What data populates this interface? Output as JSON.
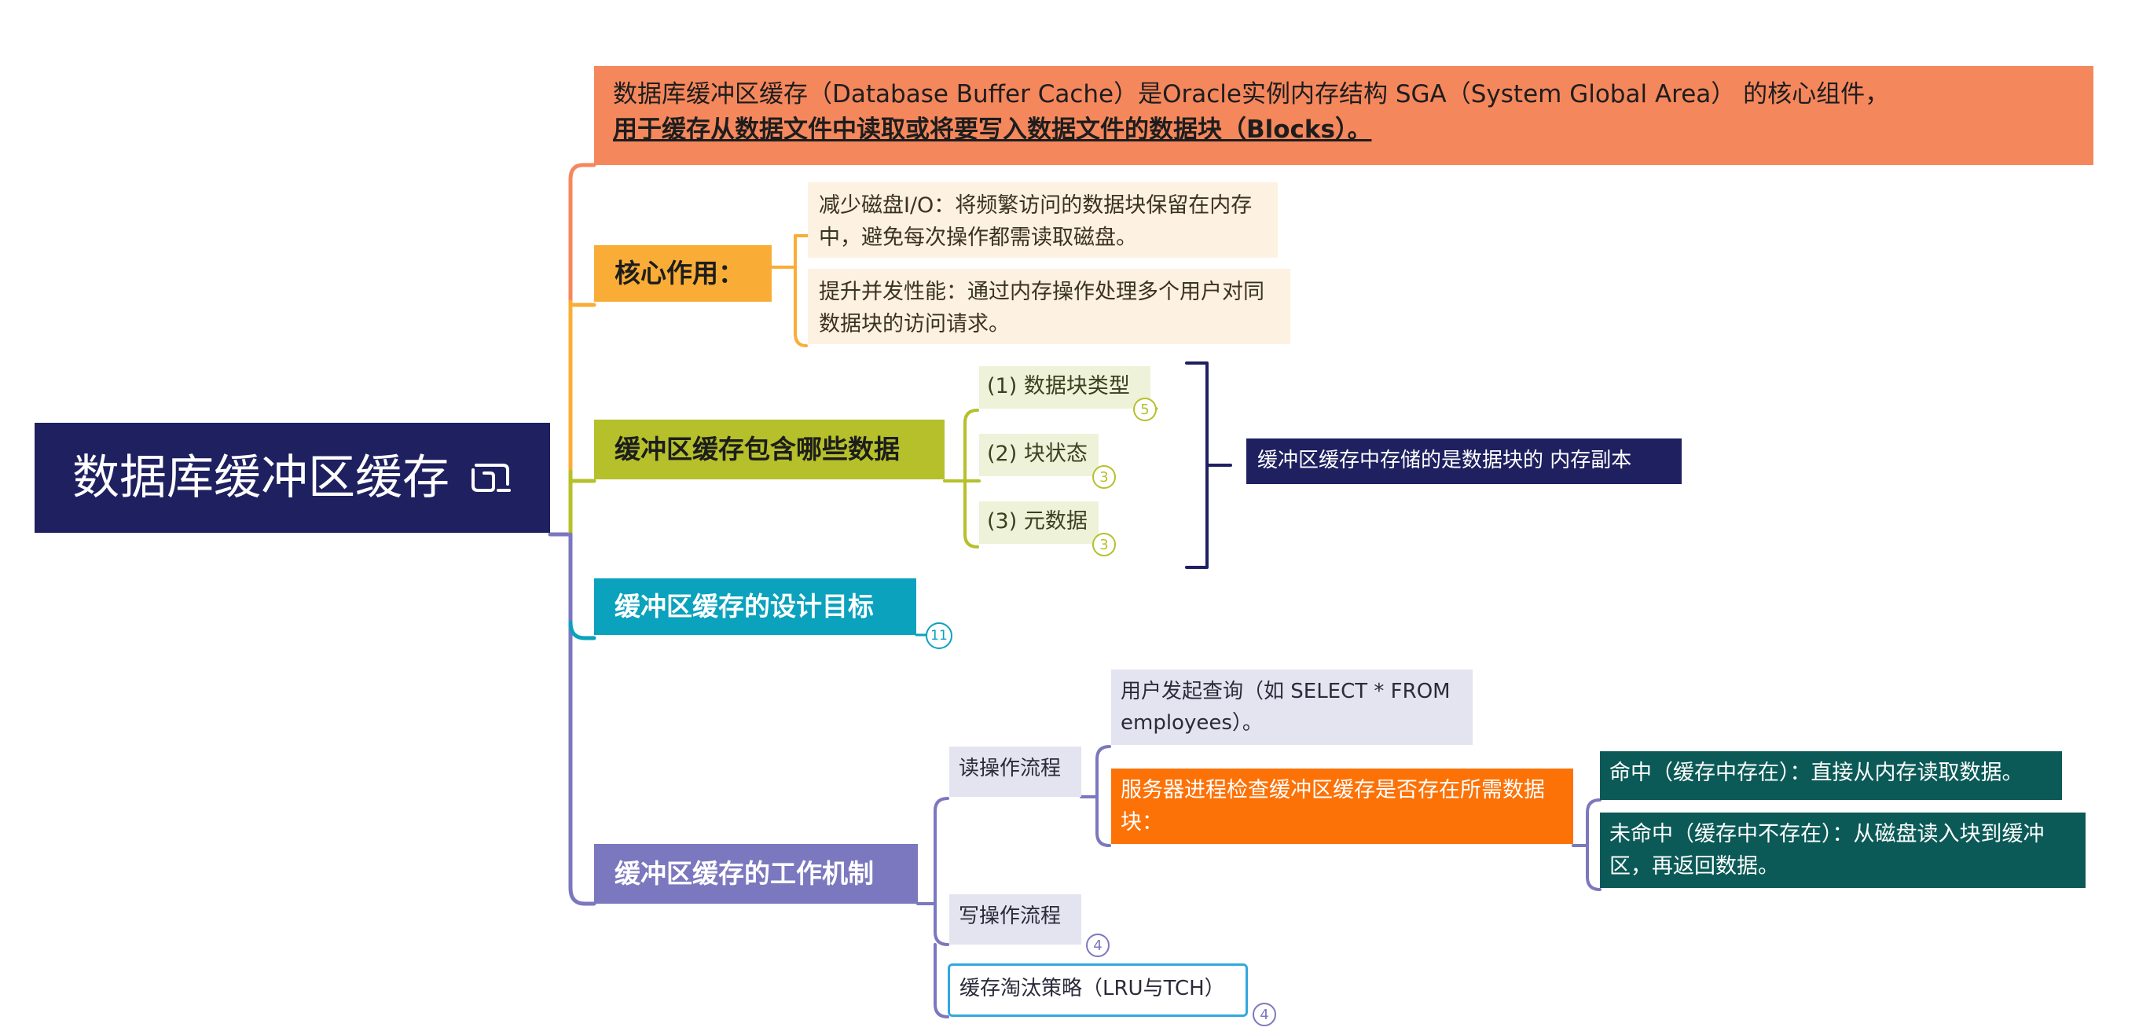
{
  "root": {
    "title": "数据库缓冲区缓存",
    "icon": "linked-note-icon"
  },
  "intro": {
    "line1": "数据库缓冲区缓存（Database Buffer Cache）是Oracle实例内存结构 SGA（System Global Area） 的核心组件，",
    "line2": "用于缓存从数据文件中读取或将要写入数据文件的数据块（Blocks）。"
  },
  "branches": {
    "core": {
      "label": "核心作用：",
      "items": [
        "减少磁盘I/O：将频繁访问的数据块保留在内存中，避免每次操作都需读取磁盘。",
        "提升并发性能：通过内存操作处理多个用户对同数据块的访问请求。"
      ]
    },
    "contents": {
      "label": "缓冲区缓存包含哪些数据",
      "items": [
        {
          "label": "(1) 数据块类型",
          "count": "5"
        },
        {
          "label": "(2) 块状态",
          "count": "3"
        },
        {
          "label": "(3) 元数据",
          "count": "3"
        }
      ],
      "summary": "缓冲区缓存中存储的是数据块的 内存副本"
    },
    "goals": {
      "label": "缓冲区缓存的设计目标",
      "count": "11"
    },
    "mechanism": {
      "label": "缓冲区缓存的工作机制",
      "read": {
        "label": "读操作流程",
        "step1": "用户发起查询（如 SELECT * FROM employees）。",
        "step2": "服务器进程检查缓冲区缓存是否存在所需数据块：",
        "hit": "命中（缓存中存在）：直接从内存读取数据。",
        "miss": "未命中（缓存中不存在）：从磁盘读入块到缓冲区，再返回数据。"
      },
      "write": {
        "label": "写操作流程",
        "count": "4"
      },
      "evict": {
        "label": "缓存淘汰策略（LRU与TCH）",
        "count": "4"
      }
    }
  },
  "colors": {
    "root": "#1f2060",
    "intro": "#f5875c",
    "core": "#f9ad37",
    "contents": "#b5c02b",
    "goals": "#0aa2bd",
    "mechanism": "#7b78bf",
    "highlight": "#fd7207",
    "teal": "#0b5a57"
  }
}
